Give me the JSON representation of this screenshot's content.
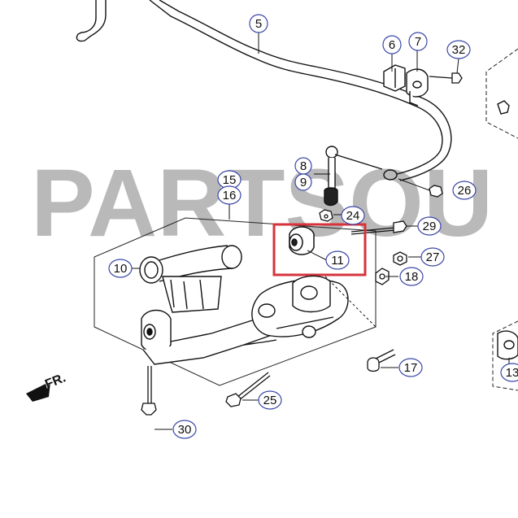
{
  "diagram": {
    "watermark": "PARTSOU",
    "front_marker": "FR.",
    "highlight_color": "#d6333b",
    "callout_stroke": "#3b47a8",
    "line_color": "#111111",
    "callouts": {
      "c5": "5",
      "c6": "6",
      "c7": "7",
      "c32": "32",
      "c8": "8",
      "c9": "9",
      "c15": "15",
      "c16": "16",
      "c24": "24",
      "c26": "26",
      "c29": "29",
      "c10": "10",
      "c11": "11",
      "c27": "27",
      "c18": "18",
      "c17": "17",
      "c30": "30",
      "c25": "25",
      "c13": "13"
    },
    "highlighted_part": "11"
  }
}
